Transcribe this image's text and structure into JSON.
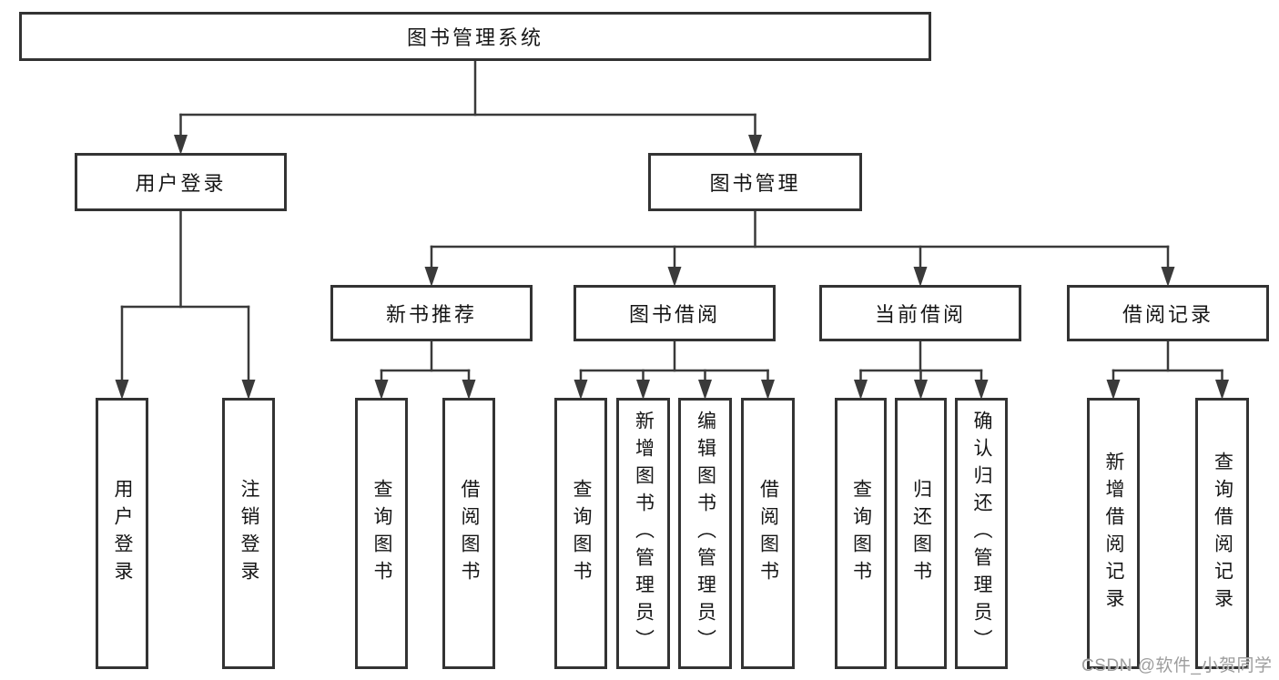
{
  "diagram": {
    "title": "图书管理系统",
    "watermark": {
      "text": "CSDN @软件_小贺同学"
    },
    "colors": {
      "line": "#3a3a3a",
      "border": "#333333",
      "text": "#161616",
      "watermark": "#9d9d9d",
      "background": "#ffffff"
    },
    "nodes": [
      {
        "id": "root",
        "label": "图书管理系统",
        "parent": null
      },
      {
        "id": "login",
        "label": "用户登录",
        "parent": "root"
      },
      {
        "id": "mgmt",
        "label": "图书管理",
        "parent": "root"
      },
      {
        "id": "rec",
        "label": "新书推荐",
        "parent": "mgmt"
      },
      {
        "id": "borrow",
        "label": "图书借阅",
        "parent": "mgmt"
      },
      {
        "id": "current",
        "label": "当前借阅",
        "parent": "mgmt"
      },
      {
        "id": "record",
        "label": "借阅记录",
        "parent": "mgmt"
      },
      {
        "id": "login-user",
        "label": "用户登录",
        "parent": "login"
      },
      {
        "id": "login-logout",
        "label": "注销登录",
        "parent": "login"
      },
      {
        "id": "rec-query",
        "label": "查询图书",
        "parent": "rec"
      },
      {
        "id": "rec-borrow",
        "label": "借阅图书",
        "parent": "rec"
      },
      {
        "id": "bor-query",
        "label": "查询图书",
        "parent": "borrow"
      },
      {
        "id": "bor-add",
        "label": "新增图书（管理员）",
        "parent": "borrow"
      },
      {
        "id": "bor-edit",
        "label": "编辑图书（管理员）",
        "parent": "borrow"
      },
      {
        "id": "bor-borrow",
        "label": "借阅图书",
        "parent": "borrow"
      },
      {
        "id": "cur-query",
        "label": "查询图书",
        "parent": "current"
      },
      {
        "id": "cur-return",
        "label": "归还图书",
        "parent": "current"
      },
      {
        "id": "cur-confirm",
        "label": "确认归还（管理员）",
        "parent": "current"
      },
      {
        "id": "rdc-add",
        "label": "新增借阅记录",
        "parent": "record"
      },
      {
        "id": "rdc-query",
        "label": "查询借阅记录",
        "parent": "record"
      }
    ]
  }
}
